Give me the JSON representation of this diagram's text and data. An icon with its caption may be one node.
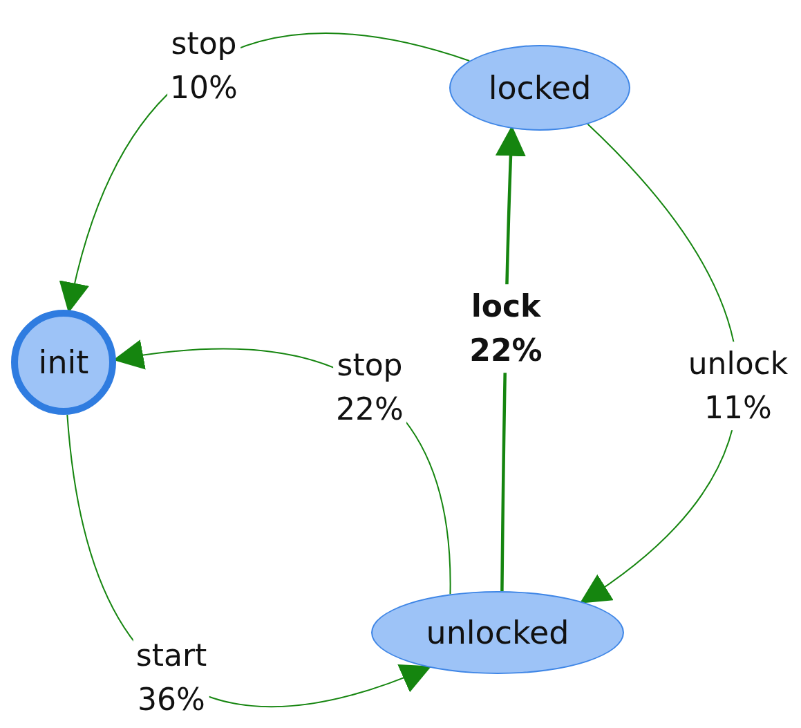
{
  "diagram": {
    "nodes": [
      {
        "text": [
          "locked"
        ]
      },
      {
        "text": [
          "init"
        ]
      },
      {
        "text": [
          "unlocked"
        ]
      }
    ],
    "edges": [
      {
        "from": 0,
        "to": 1,
        "arrow": "to",
        "label": "stop 10%"
      },
      {
        "from": 2,
        "to": 1,
        "arrow": "to",
        "label": "stop 22%"
      },
      {
        "from": 1,
        "to": 2,
        "arrow": "to",
        "label": "start 36%"
      },
      {
        "from": 2,
        "to": 0,
        "arrow": "to",
        "label": "lock 22%",
        "style": "thick"
      },
      {
        "from": 0,
        "to": 2,
        "arrow": "to",
        "label": "unlock 11%"
      }
    ]
  }
}
